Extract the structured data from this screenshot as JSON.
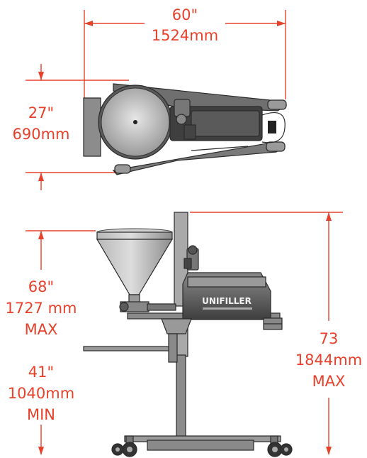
{
  "colors": {
    "dimension": "#e8402a",
    "metal_dark": "#4a4a4a",
    "metal_mid": "#8a8a8a",
    "metal_light": "#cfcfcf"
  },
  "dimensions": {
    "width": {
      "imperial": "60\"",
      "metric": "1524mm"
    },
    "depth": {
      "imperial": "27\"",
      "metric": "690mm"
    },
    "height_max": {
      "imperial": "68\"",
      "metric": "1727 mm",
      "note": "MAX"
    },
    "height_min": {
      "imperial": "41\"",
      "metric": "1040mm",
      "note": "MIN"
    },
    "total_height": {
      "imperial": "73",
      "metric": "1844mm",
      "note": "MAX"
    }
  },
  "machine": {
    "brand": "UNIFILLER"
  }
}
